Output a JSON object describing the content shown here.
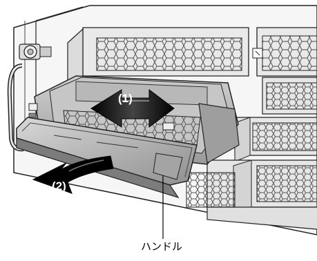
{
  "figure": {
    "step_labels": [
      {
        "id": "step-1",
        "text": "(1)",
        "meaning": ""
      },
      {
        "id": "step-2",
        "text": "(2)",
        "meaning": ""
      }
    ],
    "callout": {
      "text": "ハンドル"
    },
    "colors": {
      "arrow_fill": "#111111",
      "arrow_highlight": "#7a7a7a",
      "outline": "#222222",
      "chassis": "#f4f4f4",
      "bay": "#dcdcdc",
      "handle": "#bdbdbd",
      "hex_mesh": "#666666"
    }
  }
}
